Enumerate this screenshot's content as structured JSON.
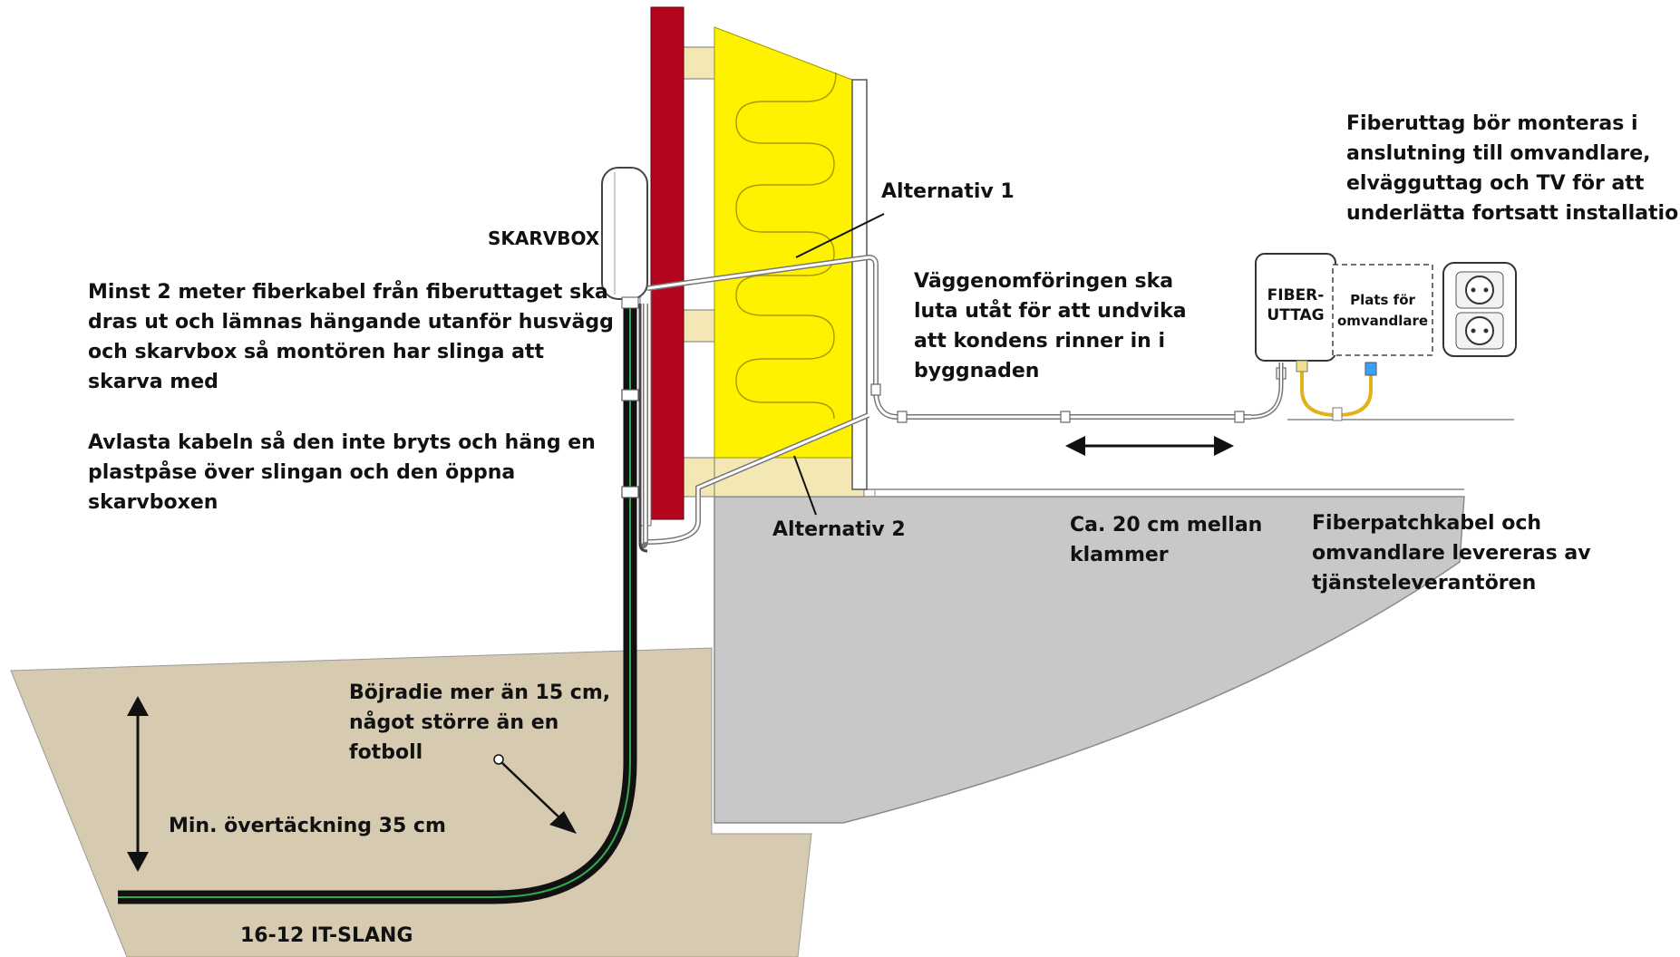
{
  "labels": {
    "skarvbox": "SKARVBOX",
    "alternativ_1": "Alternativ 1",
    "alternativ_2": "Alternativ 2",
    "fiberuttag_line1": "FIBER-",
    "fiberuttag_line2": "UTTAG",
    "omvandlare_line1": "Plats för",
    "omvandlare_line2": "omvandlare",
    "it_slang": "16-12 IT-SLANG"
  },
  "notes": {
    "fiberkabel": [
      "Minst 2 meter fiberkabel från fiberuttaget ska",
      "dras ut och lämnas hängande utanför husvägg",
      "och skarvbox så montören har slinga att",
      "skarva med"
    ],
    "avlasta": [
      "Avlasta kabeln så den inte bryts och häng en",
      "plastpåse över slingan och den öppna",
      "skarvboxen"
    ],
    "vaggenomforing": [
      "Väggenomföringen ska",
      "luta utåt för att undvika",
      "att kondens rinner in i",
      "byggnaden"
    ],
    "fiberuttag_placering": [
      "Fiberuttag bör monteras i",
      "anslutning till omvandlare,",
      "elvägguttag och TV för att",
      "underlätta fortsatt installation"
    ],
    "klammer": [
      "Ca. 20 cm mellan",
      "klammer"
    ],
    "leverans": [
      "Fiberpatchkabel och",
      "omvandlare levereras av",
      "tjänsteleverantören"
    ],
    "bojradie": [
      "Böjradie mer än 15 cm,",
      "något större än en",
      "fotboll"
    ],
    "overtackning": "Min. övertäckning 35 cm"
  },
  "colors": {
    "facade": "#b5061e",
    "insulation": "#fff200",
    "timber": "#f3e7b3",
    "foundation": "#c8c8c8",
    "soil": "#d6cbb0",
    "cable": "#111111",
    "cable_stripe": "#2fa84f",
    "patch_cable": "#e1b21a"
  },
  "icons": [
    "skarvbox-icon",
    "fiberuttag-icon",
    "converter-placeholder-icon",
    "wall-socket-icon"
  ]
}
